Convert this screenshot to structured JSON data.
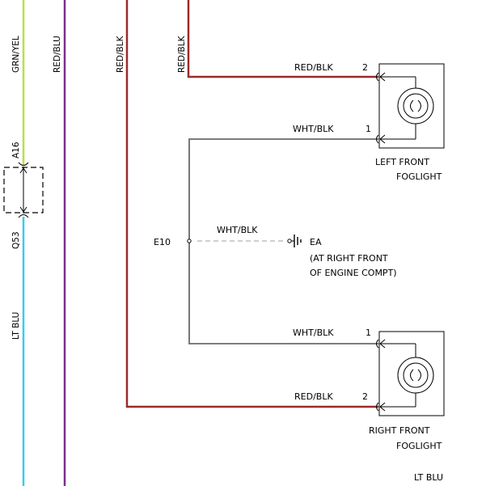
{
  "colors": {
    "grn_yel": "#b8e04a",
    "red_blu": "#7b2f8e",
    "red_blk": "#9b2a2a",
    "wht_blk": "#6a6a6a",
    "lt_blu": "#37cdf0",
    "ground_dash": "#c8c8c8"
  },
  "wires": {
    "grn_yel": "GRN/YEL",
    "red_blu": "RED/BLU",
    "red_blk_1": "RED/BLK",
    "red_blk_2": "RED/BLK",
    "lt_blu": "LT BLU",
    "lt_blu_bottom": "LT BLU"
  },
  "connectors": {
    "a16": "A16",
    "q53": "Q53"
  },
  "left_foglight": {
    "wire_top": "RED/BLK",
    "pin_top": "2",
    "wire_bottom": "WHT/BLK",
    "pin_bottom": "1",
    "name_line1": "LEFT FRONT",
    "name_line2": "FOGLIGHT"
  },
  "splice": {
    "id": "E10",
    "wire": "WHT/BLK"
  },
  "ground": {
    "id": "EA",
    "location_line1": "(AT RIGHT FRONT",
    "location_line2": "OF ENGINE COMPT)"
  },
  "right_foglight": {
    "wire_top": "WHT/BLK",
    "pin_top": "1",
    "wire_bottom": "RED/BLK",
    "pin_bottom": "2",
    "name_line1": "RIGHT FRONT",
    "name_line2": "FOGLIGHT"
  }
}
